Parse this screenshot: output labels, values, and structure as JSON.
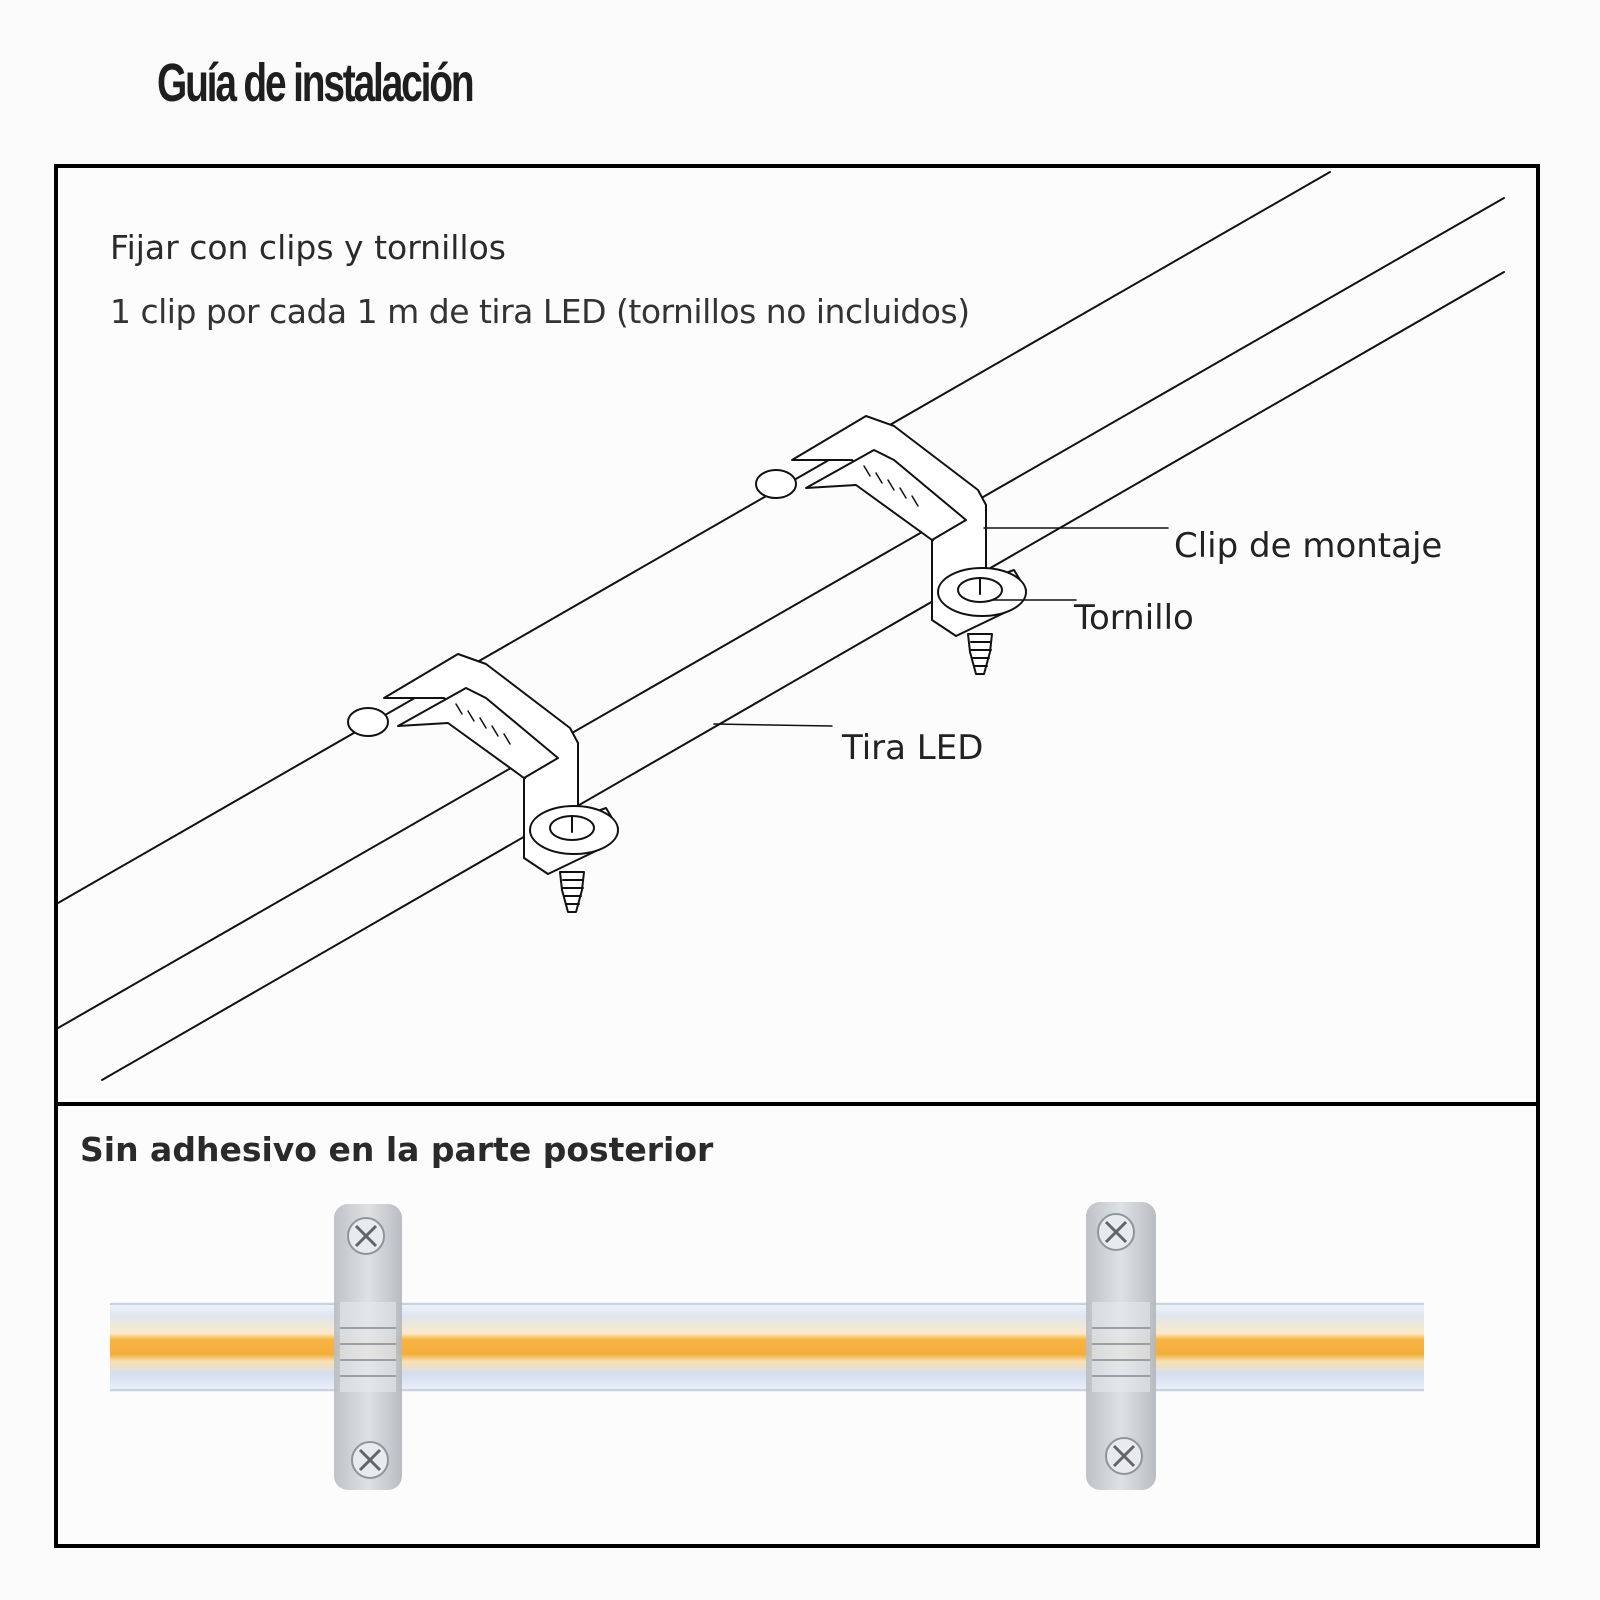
{
  "title": "Guía de instalación",
  "top_panel": {
    "heading": "Fijar con clips y tornillos",
    "subtitle": "1 clip por cada 1 m de tira LED (tornillos no incluidos)",
    "labels": {
      "clip": "Clip de montaje",
      "screw": "Tornillo",
      "strip": "Tira LED"
    }
  },
  "bottom_panel": {
    "heading": "Sin adhesivo en la parte posterior"
  },
  "colors": {
    "strip_glow": "#f4b13f",
    "strip_body": "#e4eaf2",
    "clip": "#c9ccd0",
    "border": "#000000"
  }
}
